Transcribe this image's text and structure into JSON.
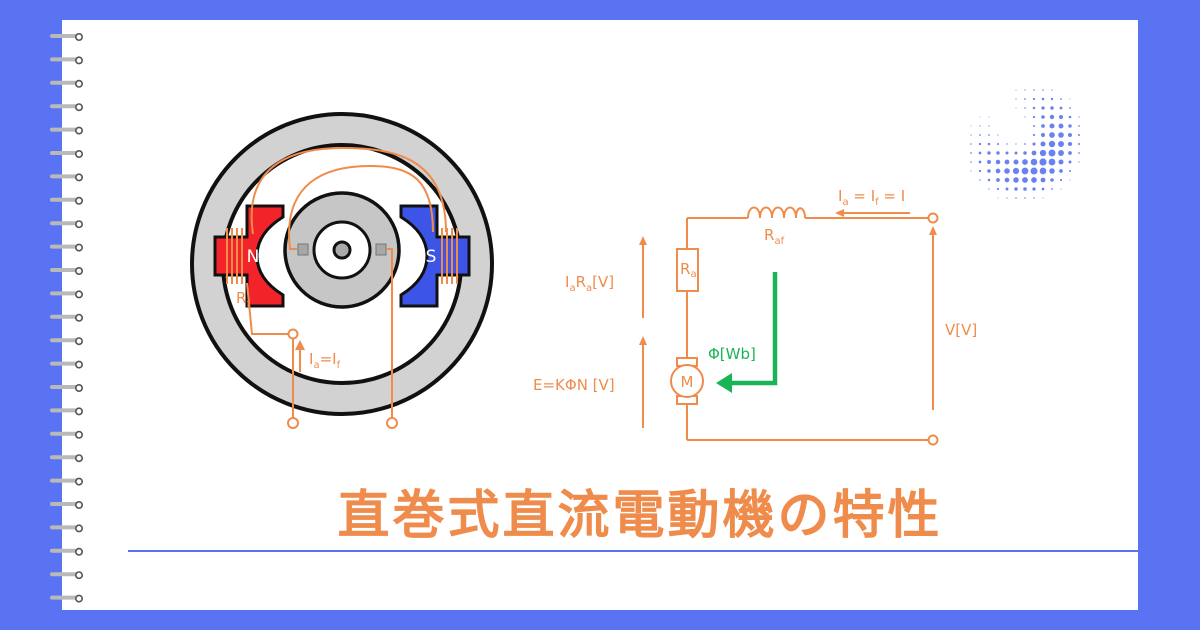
{
  "title": "直巻式直流電動機の特性",
  "motor": {
    "pole_n": "N",
    "pole_s": "S",
    "field_resistance": {
      "main": "R",
      "sub": "f"
    },
    "current": {
      "a_main": "I",
      "a_sub": "a",
      "eq": "=",
      "f_main": "I",
      "f_sub": "f"
    }
  },
  "circuit": {
    "current_label": {
      "a_main": "I",
      "a_sub": "a",
      "eq1": " = ",
      "f_main": "I",
      "f_sub": "f",
      "eq2": " = ",
      "total": "I"
    },
    "series_resistance": {
      "main": "R",
      "sub": "af"
    },
    "armature_resistance": {
      "main": "R",
      "sub": "a"
    },
    "voltage_drop": {
      "i_main": "I",
      "i_sub": "a",
      "r_main": "R",
      "r_sub": "a",
      "unit": "[V]"
    },
    "back_emf": "E=KΦN [V]",
    "motor_symbol": "M",
    "flux": "Φ[Wb]",
    "supply_voltage": "V[V]"
  },
  "colors": {
    "background": "#5a73f2",
    "card": "#ffffff",
    "accent_orange": "#ef8c4c",
    "north_pole": "#f2242a",
    "south_pole": "#3c55e6",
    "flux_green": "#18b456",
    "divider": "#5a73f2"
  },
  "icons": [
    "spiral-binding-icon",
    "halftone-dots-icon",
    "dc-motor-cross-section-icon"
  ]
}
